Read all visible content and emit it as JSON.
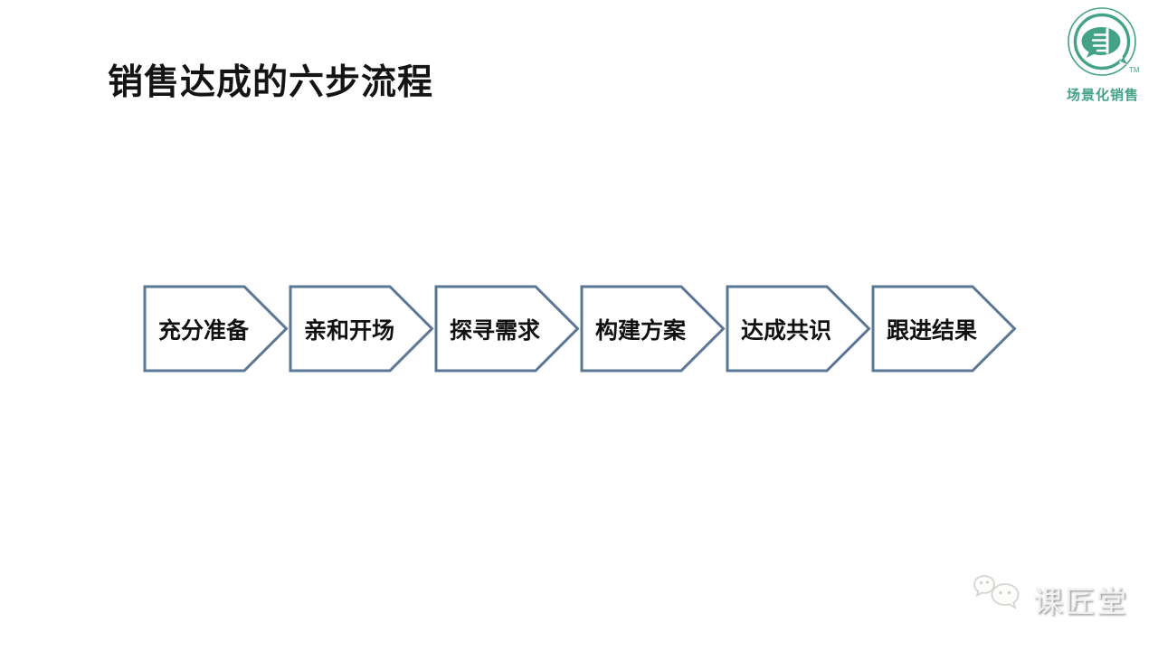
{
  "slide": {
    "title": "销售达成的六步流程",
    "background_color": "#ffffff"
  },
  "process": {
    "shape": "pentagon-arrow",
    "border_color": "#5a7894",
    "fill_color": "#ffffff",
    "text_color": "#111111",
    "steps": [
      {
        "label": "充分准备"
      },
      {
        "label": "亲和开场"
      },
      {
        "label": "探寻需求"
      },
      {
        "label": "构建方案"
      },
      {
        "label": "达成共识"
      },
      {
        "label": "跟进结果"
      }
    ]
  },
  "brand": {
    "name": "场景化销售",
    "trademark": "TM",
    "color": "#43a287",
    "icon": "speech-bubble-hand-circle-icon"
  },
  "watermark": {
    "text": "课匠堂",
    "icon": "wechat-icon",
    "color": "#f1f1ef"
  }
}
